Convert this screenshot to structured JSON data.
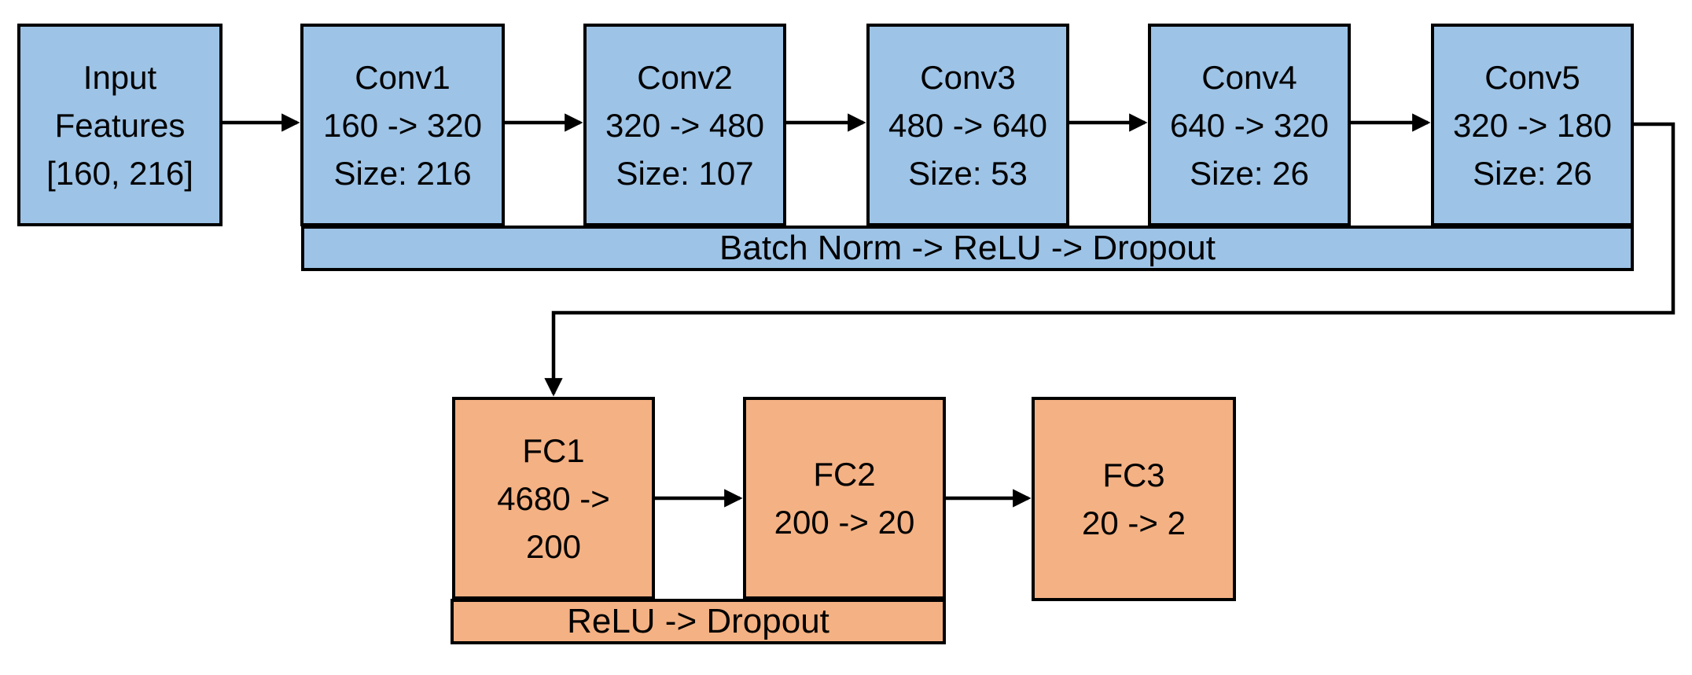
{
  "diagram": {
    "colors": {
      "conv_fill": "#9dc3e6",
      "fc_fill": "#f4b183",
      "border": "#000000",
      "arrow": "#000000",
      "text": "#000000",
      "background": "#ffffff"
    },
    "conv_row": {
      "bar_label": "Batch Norm -> ReLU -> Dropout",
      "blocks": [
        {
          "id": "input",
          "lines": [
            "Input",
            "Features",
            "[160, 216]"
          ]
        },
        {
          "id": "conv1",
          "lines": [
            "Conv1",
            "160 -> 320",
            "Size: 216"
          ]
        },
        {
          "id": "conv2",
          "lines": [
            "Conv2",
            "320 -> 480",
            "Size: 107"
          ]
        },
        {
          "id": "conv3",
          "lines": [
            "Conv3",
            "480 -> 640",
            "Size: 53"
          ]
        },
        {
          "id": "conv4",
          "lines": [
            "Conv4",
            "640 -> 320",
            "Size: 26"
          ]
        },
        {
          "id": "conv5",
          "lines": [
            "Conv5",
            "320 -> 180",
            "Size: 26"
          ]
        }
      ]
    },
    "fc_row": {
      "bar_label": "ReLU -> Dropout",
      "blocks": [
        {
          "id": "fc1",
          "lines": [
            "FC1",
            "4680 ->",
            "200"
          ]
        },
        {
          "id": "fc2",
          "lines": [
            "FC2",
            "200 -> 20"
          ]
        },
        {
          "id": "fc3",
          "lines": [
            "FC3",
            "20 -> 2"
          ]
        }
      ]
    }
  }
}
